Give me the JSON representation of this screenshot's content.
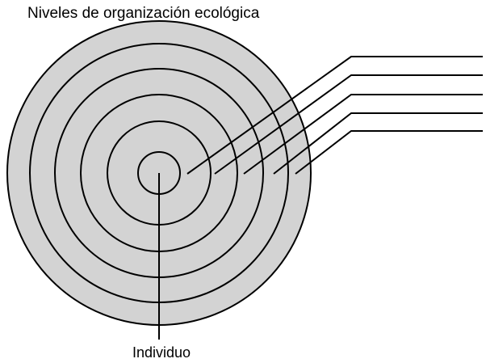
{
  "title": "Niveles de organización ecológica",
  "center_label": "Individuo",
  "colors": {
    "disc_fill": "#d3d3d3",
    "stroke": "#000000",
    "background": "#ffffff"
  },
  "rings": [
    {
      "level": 1
    },
    {
      "level": 2
    },
    {
      "level": 3
    },
    {
      "level": 4
    },
    {
      "level": 5
    },
    {
      "level": 6
    }
  ],
  "blank_labels": [
    {
      "level": 2,
      "text": ""
    },
    {
      "level": 3,
      "text": ""
    },
    {
      "level": 4,
      "text": ""
    },
    {
      "level": 5,
      "text": ""
    },
    {
      "level": 6,
      "text": ""
    }
  ]
}
